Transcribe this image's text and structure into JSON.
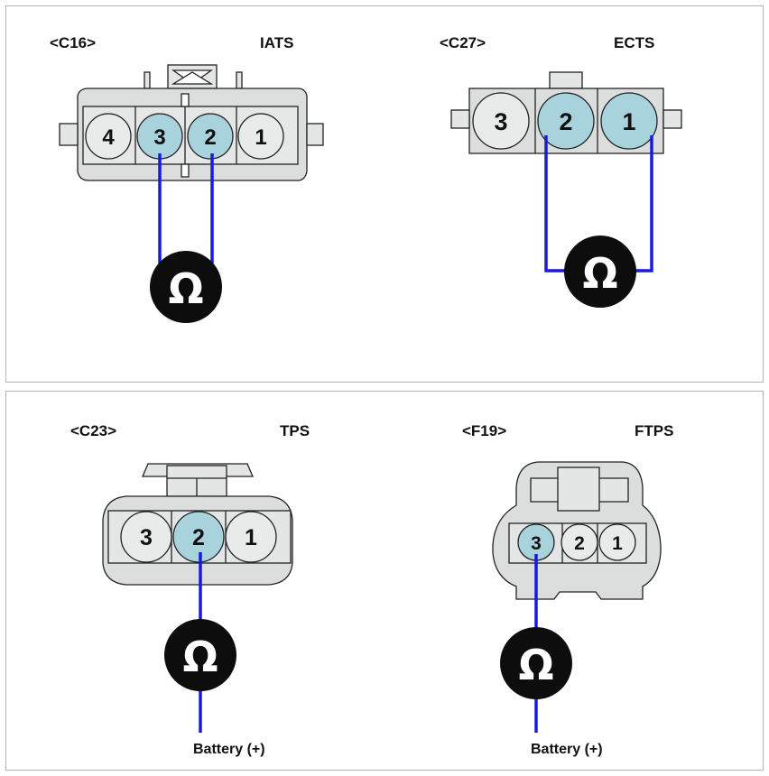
{
  "colors": {
    "wire": "#1a1adc",
    "pin_active": "#a9d3dc",
    "pin_idle": "#e9eaea",
    "housing": "#dcdede",
    "meter": "#0d0d0d"
  },
  "icons": {
    "meter": "ohm-meter-icon",
    "omega": "omega-symbol"
  },
  "meter_symbol": "Ω",
  "connectors": [
    {
      "id": "<C16>",
      "name": "IATS",
      "pins": [
        "4",
        "3",
        "2",
        "1"
      ],
      "measured_pins": [
        "3",
        "2"
      ]
    },
    {
      "id": "<C27>",
      "name": "ECTS",
      "pins": [
        "3",
        "2",
        "1"
      ],
      "measured_pins": [
        "2",
        "1"
      ]
    },
    {
      "id": "<C23>",
      "name": "TPS",
      "pins": [
        "3",
        "2",
        "1"
      ],
      "measured_pins": [
        "2"
      ],
      "battery_label": "Battery (+)"
    },
    {
      "id": "<F19>",
      "name": "FTPS",
      "pins": [
        "3",
        "2",
        "1"
      ],
      "measured_pins": [
        "3"
      ],
      "battery_label": "Battery (+)"
    }
  ]
}
